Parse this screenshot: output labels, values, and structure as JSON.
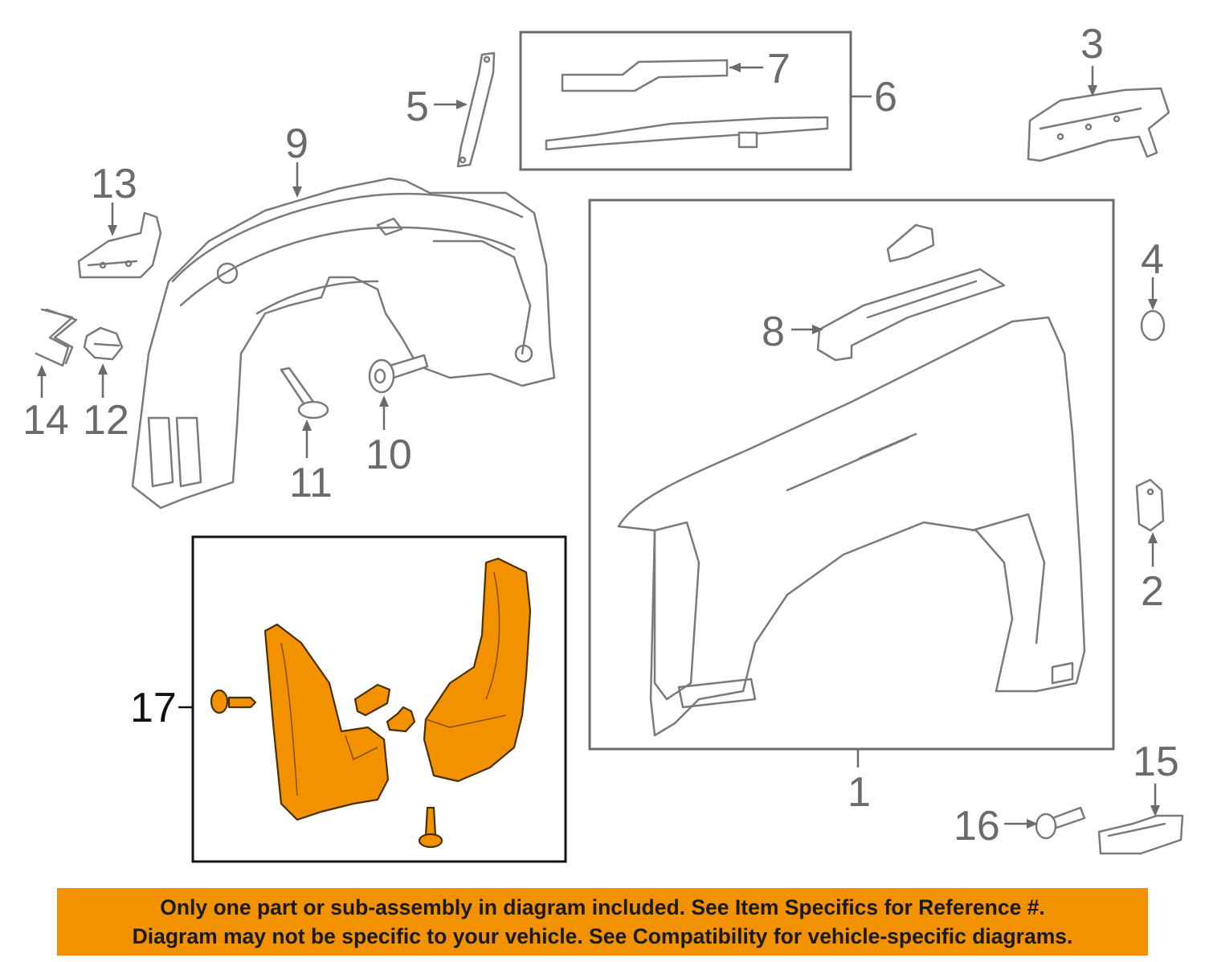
{
  "callouts": {
    "c1": "1",
    "c2": "2",
    "c3": "3",
    "c4": "4",
    "c5": "5",
    "c6": "6",
    "c7": "7",
    "c8": "8",
    "c9": "9",
    "c10": "10",
    "c11": "11",
    "c12": "12",
    "c13": "13",
    "c14": "14",
    "c15": "15",
    "c16": "16",
    "c17": "17"
  },
  "banner": {
    "line1": "Only one part or sub-assembly in diagram included. See Item Specifics for Reference #.",
    "line2": "Diagram may not be specific to your vehicle. See Compatibility for vehicle-specific diagrams."
  },
  "colors": {
    "highlight": "#F39200",
    "line_art": "#7a7a7a",
    "banner_bg": "#F39200"
  }
}
